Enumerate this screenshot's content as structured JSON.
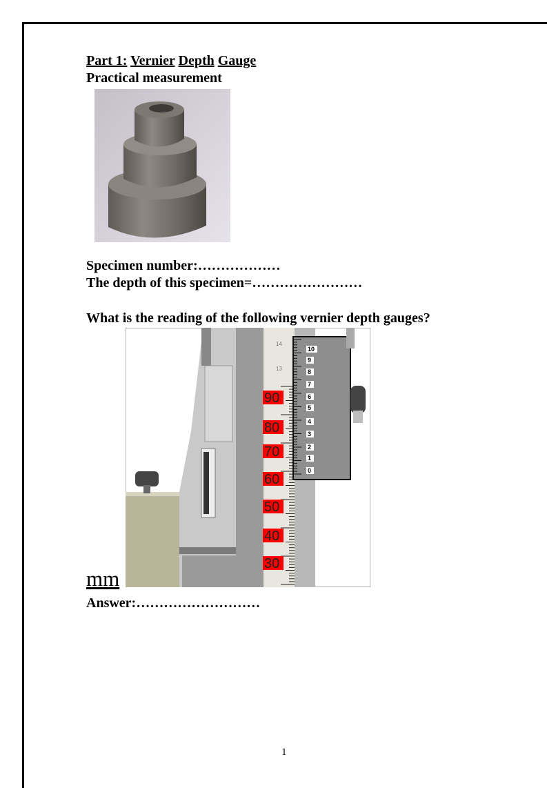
{
  "heading": {
    "part": "Part 1:",
    "w1": "Vernier",
    "w2": "Depth",
    "w3": "Gauge"
  },
  "subheading": "Practical measurement",
  "specimen_label": "Specimen number:………………",
  "depth_label": "The depth of this specimen=……………………",
  "question": "What is the reading of the following vernier depth gauges?",
  "gauge": {
    "main_scale": [
      "90",
      "80",
      "70",
      "60",
      "50",
      "40",
      "30"
    ],
    "vernier_scale": [
      "10",
      "9",
      "8",
      "7",
      "6",
      "5",
      "4",
      "3",
      "2",
      "1",
      "0"
    ],
    "top_marks": [
      "14",
      "13"
    ]
  },
  "unit": "mm",
  "answer_label": "Answer:………………………",
  "page_number": "1"
}
